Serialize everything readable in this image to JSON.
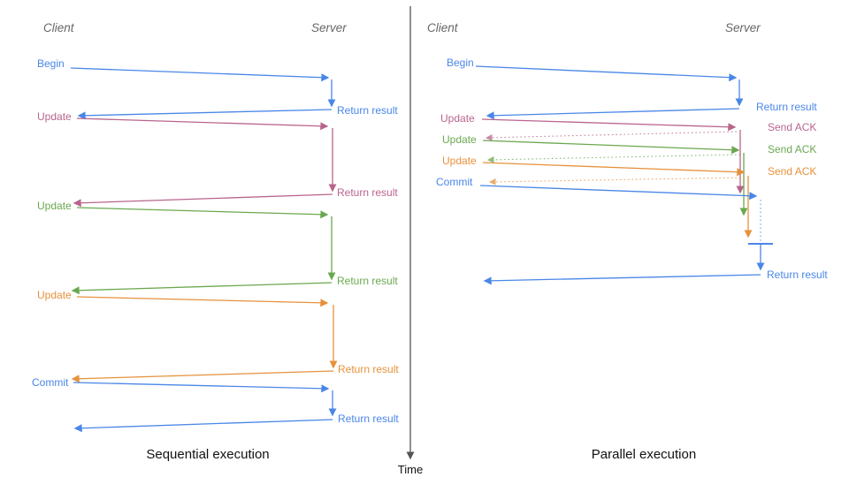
{
  "colors": {
    "blue": "#4a86e8",
    "pink": "#b9648c",
    "green": "#6aa84f",
    "orange": "#e6913b",
    "axis": "#555555",
    "header": "#666666",
    "caption": "#111111"
  },
  "time_axis": {
    "label": "Time"
  },
  "sequential": {
    "caption": "Sequential execution",
    "client_header": "Client",
    "server_header": "Server",
    "steps": [
      {
        "label": "Begin",
        "return_label": "Return result"
      },
      {
        "label": "Update",
        "return_label": "Return result"
      },
      {
        "label": "Update",
        "return_label": "Return result"
      },
      {
        "label": "Update",
        "return_label": "Return result"
      },
      {
        "label": "Commit",
        "return_label": "Return result"
      }
    ]
  },
  "parallel": {
    "caption": "Parallel execution",
    "client_header": "Client",
    "server_header": "Server",
    "steps": [
      {
        "label": "Begin",
        "response_label": "Return result"
      },
      {
        "label": "Update",
        "response_label": "Send ACK"
      },
      {
        "label": "Update",
        "response_label": "Send ACK"
      },
      {
        "label": "Update",
        "response_label": "Send ACK"
      },
      {
        "label": "Commit",
        "response_label": "Return result"
      }
    ]
  }
}
